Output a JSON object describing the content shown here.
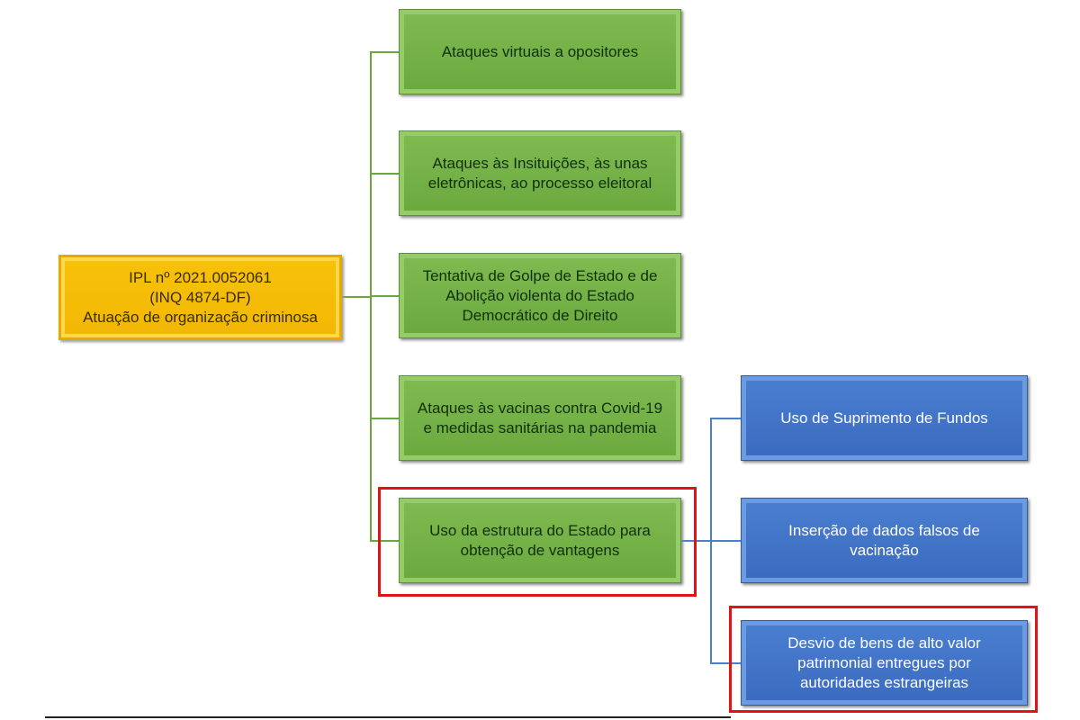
{
  "root": {
    "label": "IPL nº 2021.0052061\n(INQ 4874-DF)\nAtuação de organização criminosa",
    "color": "#f2b705"
  },
  "branches": [
    {
      "label": "Ataques virtuais a opositores"
    },
    {
      "label": "Ataques às Insituições, às unas\neletrônicas, ao processo eleitoral"
    },
    {
      "label": "Tentativa de Golpe de Estado e de\nAbolição violenta do Estado\nDemocrático de Direito"
    },
    {
      "label": "Ataques às vacinas contra Covid-19\ne medidas sanitárias na pandemia"
    },
    {
      "label": "Uso da estrutura do Estado para\nobtenção de vantagens",
      "highlighted": true
    }
  ],
  "sub_branches": [
    {
      "label": "Uso de Suprimento de Fundos"
    },
    {
      "label": "Inserção de dados falsos de\nvacinação"
    },
    {
      "label": "Desvio de bens de alto valor\npatrimonial entregues por\nautoridades estrangeiras",
      "highlighted": true
    }
  ],
  "colors": {
    "green": "#6aa83c",
    "blue": "#3a6ac0",
    "highlight": "#e0131a"
  }
}
